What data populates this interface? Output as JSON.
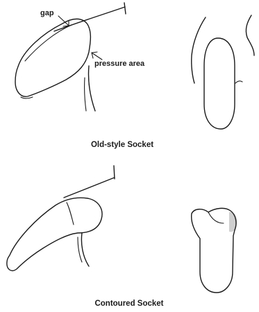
{
  "labels": {
    "gap": "gap",
    "pressure_area": "pressure area",
    "caption_old": "Old-style Socket",
    "caption_contoured": "Contoured Socket"
  },
  "colors": {
    "ink": "#1a1a1a",
    "background": "#ffffff",
    "shade": "#cfcfcf"
  }
}
